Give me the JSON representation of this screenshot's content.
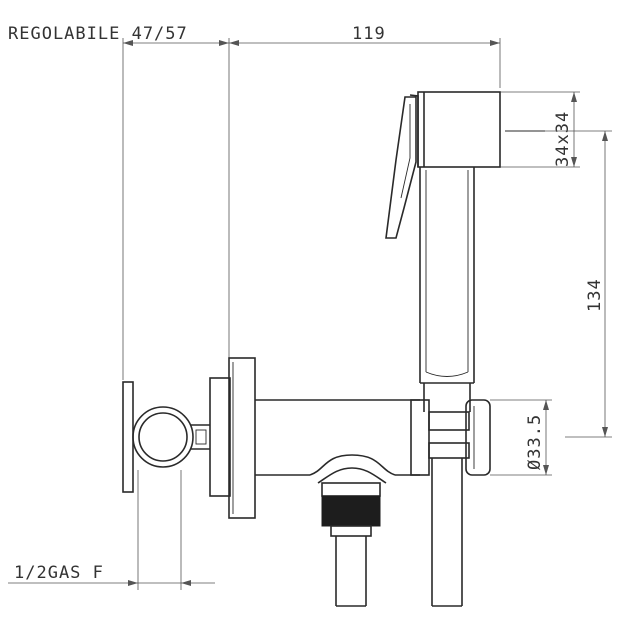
{
  "labels": {
    "regolabile": "REGOLABILE 47/57",
    "width": "119",
    "head_size": "34x34",
    "height": "134",
    "diameter": "Ø33.5",
    "thread": "1/2GAS F"
  }
}
